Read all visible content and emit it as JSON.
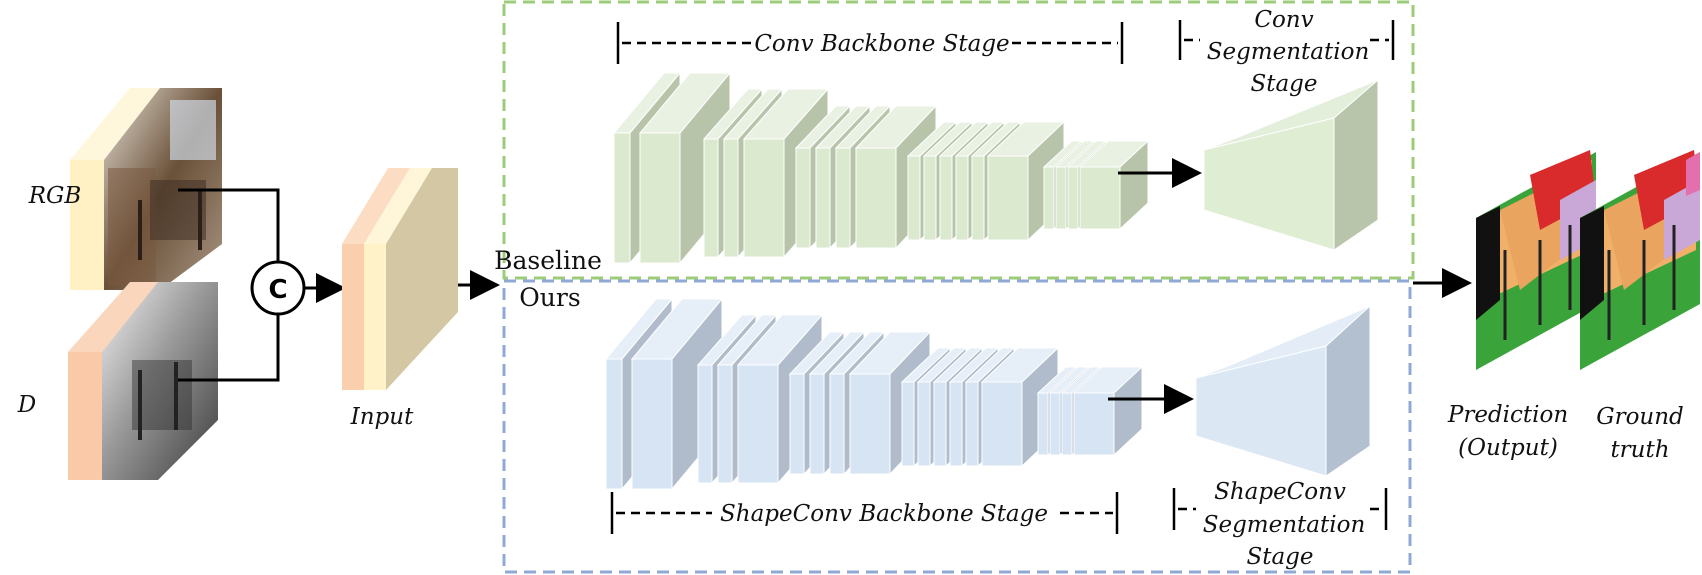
{
  "inputs": {
    "rgb_label": "RGB",
    "depth_label": "D",
    "concat_symbol": "C",
    "input_label": "Input"
  },
  "baseline": {
    "tag": "Baseline",
    "backbone_label": "Conv Backbone Stage",
    "seg_label_lines": [
      "Conv",
      "Segmentation",
      "Stage"
    ]
  },
  "ours": {
    "tag": "Ours",
    "backbone_label": "ShapeConv Backbone Stage",
    "seg_label_lines": [
      "ShapeConv",
      "Segmentation",
      "Stage"
    ]
  },
  "outputs": {
    "prediction_lines": [
      "Prediction",
      "(Output)"
    ],
    "ground_truth_lines": [
      "Ground",
      "truth"
    ]
  },
  "colors": {
    "baseline_border": "#9ccc7a",
    "ours_border": "#8fa9d4",
    "baseline_block_front": "#dbe9cf",
    "baseline_block_side": "#b7c4a9",
    "ours_block_front": "#d6e4f3",
    "ours_block_side": "#b0bccb",
    "input_orange": "#f9cfae",
    "input_cream": "#fff3cc",
    "input_tan": "#d4c8a4"
  }
}
